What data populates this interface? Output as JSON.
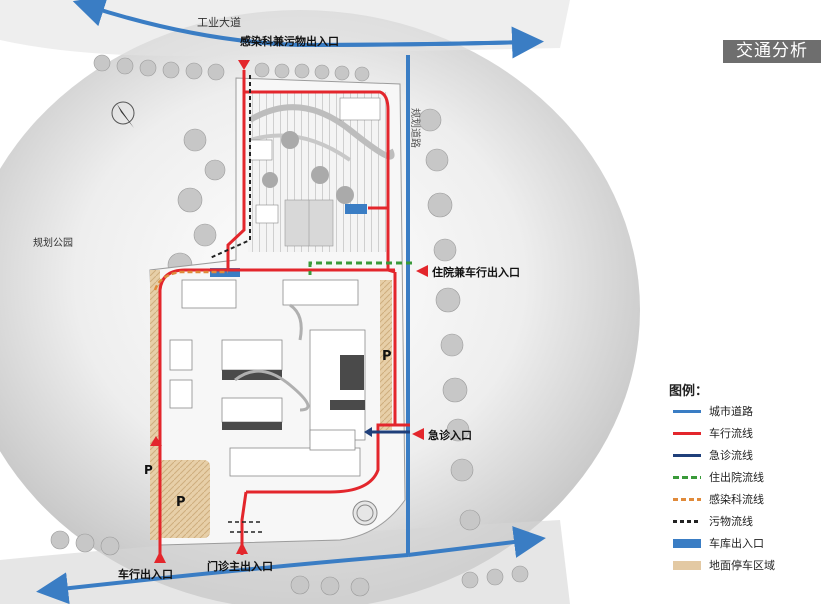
{
  "title": "交通分析",
  "roads": {
    "industrial_avenue": "工业大道",
    "planned_road": "规划道路",
    "planned_park": "规划公园"
  },
  "entrances": {
    "infection_waste": "感染科兼污物出入口",
    "inpatient_vehicle": "住院兼车行出入口",
    "emergency": "急诊入口",
    "vehicle": "车行出入口",
    "outpatient_main": "门诊主出入口"
  },
  "parking_marker": "P",
  "legend": {
    "title": "图例：",
    "items": [
      {
        "label": "城市道路",
        "color": "#3a7dc4",
        "style": "solid"
      },
      {
        "label": "车行流线",
        "color": "#e3262c",
        "style": "solid"
      },
      {
        "label": "急诊流线",
        "color": "#1f3f7a",
        "style": "solid"
      },
      {
        "label": "住出院流线",
        "color": "#3a9a3a",
        "style": "dashed"
      },
      {
        "label": "感染科流线",
        "color": "#e08a3a",
        "style": "dashed"
      },
      {
        "label": "污物流线",
        "color": "#222222",
        "style": "dashed"
      },
      {
        "label": "车库出入口",
        "color": "#3a7dc4",
        "style": "block"
      },
      {
        "label": "地面停车区域",
        "color": "#e3c9a3",
        "style": "block"
      }
    ]
  },
  "colors": {
    "city_road": "#3a7dc4",
    "vehicle_flow": "#e3262c",
    "emergency_flow": "#1f3f7a",
    "inpatient_flow": "#3a9a3a",
    "infection_flow": "#e08a3a",
    "waste_flow": "#222222",
    "garage": "#3a7dc4",
    "parking": "#e3c9a3"
  }
}
